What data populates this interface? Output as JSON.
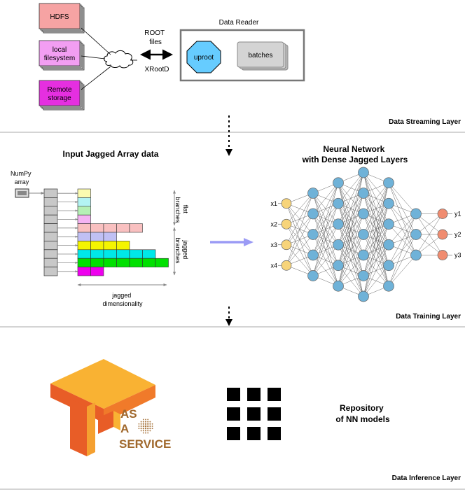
{
  "streaming": {
    "sources": [
      {
        "label_lines": [
          "HDFS"
        ],
        "color": "#f6a3a3"
      },
      {
        "label_lines": [
          "local",
          "filesystem"
        ],
        "color": "#f29ef2"
      },
      {
        "label_lines": [
          "Remote",
          "storage"
        ],
        "color": "#e52fe0"
      }
    ],
    "root_files_lines": [
      "ROOT",
      "files"
    ],
    "xrootd": "XRootD",
    "reader_title": "Data Reader",
    "uproot": "uproot",
    "batches": "batches",
    "layer_label": "Data Streaming Layer"
  },
  "training": {
    "jagged_title": "Input Jagged Array data",
    "numpy_lines": [
      "NumPy",
      "array"
    ],
    "flat_lines": [
      "flat",
      "branches"
    ],
    "jagged_lines": [
      "jagged",
      "branches"
    ],
    "dimensionality_lines": [
      "jagged",
      "dimensionality"
    ],
    "rows": [
      {
        "cells": 1,
        "color": "#fbfbb0"
      },
      {
        "cells": 1,
        "color": "#b3f4f4"
      },
      {
        "cells": 1,
        "color": "#b5f0b5"
      },
      {
        "cells": 1,
        "color": "#f4b3f2"
      },
      {
        "cells": 5,
        "color": "#f9c0c0"
      },
      {
        "cells": 3,
        "color": "#c0c0f4"
      },
      {
        "cells": 4,
        "color": "#f4f400"
      },
      {
        "cells": 6,
        "color": "#00e8e8"
      },
      {
        "cells": 7,
        "color": "#00e000"
      },
      {
        "cells": 2,
        "color": "#ee00ee"
      }
    ],
    "nn_title_lines": [
      "Neural Network",
      "with Dense Jagged  Layers"
    ],
    "nn_layers": [
      4,
      5,
      6,
      7,
      6,
      3,
      3
    ],
    "inputs": [
      "x1",
      "x2",
      "x3",
      "x4"
    ],
    "outputs": [
      "y1",
      "y2",
      "y3"
    ],
    "layer_label": "Data Training Layer"
  },
  "inference": {
    "service_lines": [
      "AS",
      "A",
      "SERVICE"
    ],
    "repo_lines": [
      "Repository",
      "of NN models"
    ],
    "layer_label": "Data Inference Layer"
  },
  "colors": {
    "uproot": "#66ccff",
    "batches": "#d4d4d4",
    "input_node": "#f7d47a",
    "hidden_node": "#6fb2d8",
    "output_node": "#f08c70",
    "tf_orange_light": "#f9b233",
    "tf_orange_dark": "#e85d27",
    "service_brown": "#a0682c",
    "arrow_blue": "#9b9bf5"
  }
}
